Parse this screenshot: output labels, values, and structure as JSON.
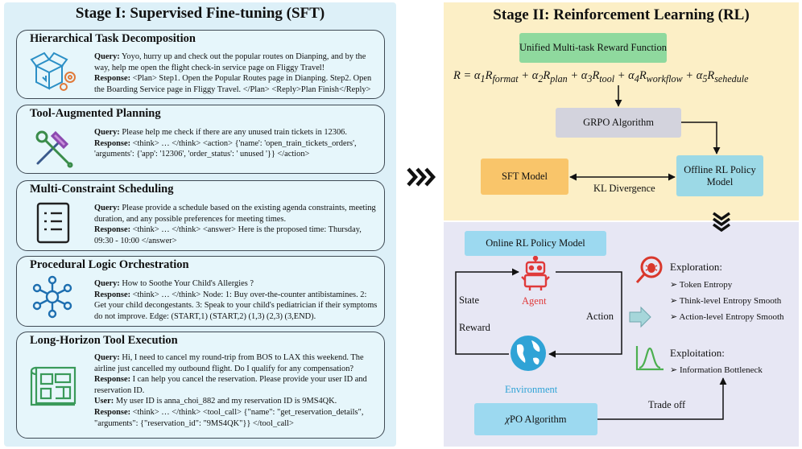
{
  "stage1": {
    "title": "Stage I: Supervised Fine-tuning (SFT)",
    "cards": [
      {
        "title": "Hierarchical Task Decomposition",
        "icon": "boxes-gears-icon",
        "lines": [
          {
            "label": "Query:",
            "text": " Yoyo, hurry up and check out the popular routes on Dianping, and by the"
          },
          {
            "label": "",
            "text": "way, help me open the flight check-in service page on Fliggy Travel!"
          },
          {
            "label": "Response:",
            "text": " <Plan> Step1. Open the Popular Routes page in Dianping. Step2. Open"
          },
          {
            "label": "",
            "text": "the Boarding Service page in Fliggy Travel. </Plan> <Reply>Plan Finish</Reply>"
          }
        ]
      },
      {
        "title": "Tool-Augmented Planning",
        "icon": "hammer-wrench-icon",
        "lines": [
          {
            "label": "Query:",
            "text": " Please help me check if there are any unused train tickets in 12306."
          },
          {
            "label": "Response:",
            "text": " <think> … </think> <action> {'name': 'open_train_tickets_orders',"
          },
          {
            "label": "",
            "text": "'arguments': {'app': '12306', 'order_status': ' unused '}} </action>"
          }
        ]
      },
      {
        "title": "Multi-Constraint Scheduling",
        "icon": "checklist-icon",
        "lines": [
          {
            "label": "Query:",
            "text": " Please provide a schedule based on the existing agenda constraints, meeting"
          },
          {
            "label": "",
            "text": "duration, and any possible preferences for meeting times."
          },
          {
            "label": "Response:",
            "text": " <think> … </think> <answer> Here is the proposed time: Thursday,"
          },
          {
            "label": "",
            "text": "09:30 - 10:00 </answer>"
          }
        ]
      },
      {
        "title": "Procedural Logic Orchestration",
        "icon": "network-hub-icon",
        "lines": [
          {
            "label": "Query:",
            "text": " How to Soothe Your Child's Allergies ?"
          },
          {
            "label": "Response:",
            "text": " <think> … </think> Node: 1: Buy over-the-counter antibistamines. 2:"
          },
          {
            "label": "",
            "text": "Get your child decongestants. 3: Speak to your child's pediatrician if their symptoms"
          },
          {
            "label": "",
            "text": "do not improve. Edge: (START,1) (START,2) (1,3) (2,3) (3,END)."
          }
        ]
      },
      {
        "title": "Long-Horizon Tool Execution",
        "icon": "blueprint-icon",
        "lines": [
          {
            "label": "Query:",
            "text": " Hi, I need to cancel my round-trip from BOS to LAX this weekend. The"
          },
          {
            "label": "",
            "text": "airline just cancelled my outbound flight. Do I qualify for any compensation?"
          },
          {
            "label": "Response:",
            "text": " I can help you cancel the reservation. Please provide your user ID and"
          },
          {
            "label": "",
            "text": "reservation ID."
          },
          {
            "label": "User:",
            "text": " My user ID is anna_choi_882 and my reservation ID is 9MS4QK."
          },
          {
            "label": "Response:",
            "text": " <think> … </think> <tool_call> {\"name\": \"get_reservation_details\","
          },
          {
            "label": "",
            "text": "\"arguments\": {\"reservation_id\": \"9MS4QK\"}} </tool_call>"
          }
        ]
      }
    ]
  },
  "stage2": {
    "title": "Stage II:  Reinforcement Learning (RL)",
    "reward_box": "Unified Multi-task Reward Function",
    "reward_eq": {
      "lhs": "R",
      "terms": [
        {
          "coef": "α",
          "coef_sub": "1",
          "sym": "R",
          "sub": "format"
        },
        {
          "coef": "α",
          "coef_sub": "2",
          "sym": "R",
          "sub": "plan"
        },
        {
          "coef": "α",
          "coef_sub": "3",
          "sym": "R",
          "sub": "tool"
        },
        {
          "coef": "α",
          "coef_sub": "4",
          "sym": "R",
          "sub": "workflow"
        },
        {
          "coef": "α",
          "coef_sub": "5",
          "sym": "R",
          "sub": "sehedule"
        }
      ]
    },
    "grpo": "GRPO Algorithm",
    "sft_model": "SFT Model",
    "offline_policy": "Offline RL Policy Model",
    "kl": "KL Divergence",
    "online_policy": "Online RL Policy Model",
    "agent": "Agent",
    "environment": "Environment",
    "state": "State",
    "reward": "Reward",
    "action": "Action",
    "exploration_title": "Exploration:",
    "exploration_items": [
      "Token Entropy",
      "Think-level Entropy Smooth",
      "Action-level Entropy Smooth"
    ],
    "exploitation_title": "Exploitation:",
    "exploitation_items": [
      "Information Bottleneck"
    ],
    "trade_off": "Trade off",
    "xpo": {
      "sym": "χ",
      "rest": "PO Algorithm"
    },
    "colors": {
      "reward_box": "#8fd99e",
      "grpo": "#d3d3dd",
      "sft": "#f9c56a",
      "offline": "#9cd9e6",
      "online": "#9cd9f0",
      "xpo": "#9cd9f0",
      "agent": "#e03a3a",
      "environment": "#2fa3d6"
    }
  }
}
